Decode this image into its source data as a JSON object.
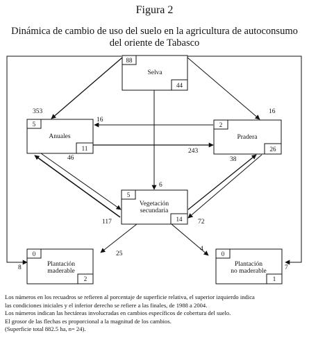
{
  "figure_label": "Figura 2",
  "title_line1": "Dinámica de cambio de uso del suelo en la agricultura de autoconsumo",
  "title_line2": "del oriente de Tabasco",
  "nodes": {
    "selva": {
      "name": "Selva",
      "initial": "88",
      "final": "44"
    },
    "anuales": {
      "name": "Anuales",
      "initial": "5",
      "final": "11"
    },
    "pradera": {
      "name": "Pradera",
      "initial": "2",
      "final": "26"
    },
    "vegetacion": {
      "name_line1": "Vegetación",
      "name_line2": "secundaria",
      "initial": "5",
      "final": "14"
    },
    "plant_mad": {
      "name_line1": "Plantación",
      "name_line2": "maderable",
      "initial": "0",
      "final": "2"
    },
    "plant_nomad": {
      "name_line1": "Plantación",
      "name_line2": "no maderable",
      "initial": "0",
      "final": "1"
    }
  },
  "edges": {
    "selva_anuales": "353",
    "selva_pradera": "16",
    "pradera_anuales": "16",
    "anuales_pradera": "243",
    "selva_vegetacion": "6",
    "anuales_vegetacion": "46",
    "vegetacion_anuales": "117",
    "pradera_vegetacion": "38",
    "vegetacion_pradera": "72",
    "vegetacion_plant_mad": "25",
    "vegetacion_plant_nomad": "4",
    "selva_plant_mad": "8",
    "selva_plant_nomad": "7"
  },
  "notes": [
    "Los números en los recuadros se refieren al porcentaje de superficie relativa, el superior izquierdo indica",
    "las condiciones iniciales y el inferior derecho se refiere a las finales, de 1988 a 2004.",
    "Los números indican las hectáreas involucradas en cambios específicos de cobertura del suelo.",
    "El grosor de las flechas es proporcional a la magnitud de los cambios.",
    "(Superficie total 882.5 ha, n= 24)."
  ]
}
